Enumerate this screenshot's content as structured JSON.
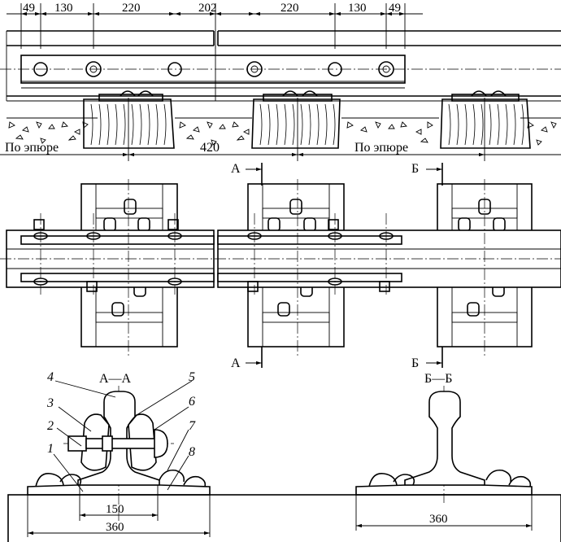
{
  "top_dimensions": [
    "49",
    "130",
    "220",
    "202",
    "220",
    "130",
    "49"
  ],
  "mid_dimension": "420",
  "epure_left": "По эпюре",
  "epure_right": "По эпюре",
  "section_marks": {
    "a": "А",
    "b": "Б"
  },
  "section_titles": {
    "aa": "А—А",
    "bb": "Б—Б"
  },
  "part_numbers": [
    "1",
    "2",
    "3",
    "4",
    "5",
    "6",
    "7",
    "8"
  ],
  "bottom_dimensions": {
    "inner_a": "150",
    "outer_a": "360",
    "outer_b": "360"
  },
  "colors": {
    "line": "#000000",
    "background": "#ffffff"
  }
}
